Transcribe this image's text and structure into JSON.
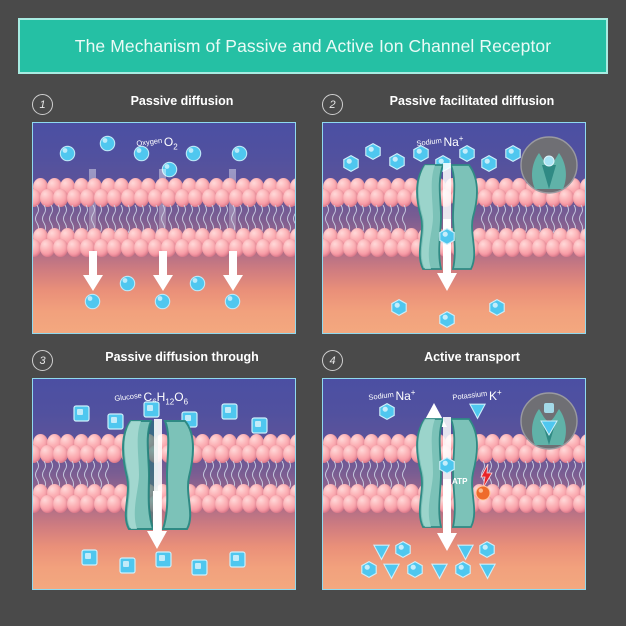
{
  "header": {
    "title": "The Mechanism of Passive and Active Ion Channel Receptor",
    "band_color": "#25c0a4",
    "border_color": "#a8ece2",
    "text_color": "#eafaf6"
  },
  "background": {
    "page_color": "#4a4a4a",
    "scene_border_color": "#8fd9ef",
    "scene_gradient_top": "#4b4fa3",
    "scene_gradient_bottom": "#f3a87f",
    "lipid_head_color": "#f593a0",
    "channel_color": "#6fb9ae",
    "channel_dark_color": "#2f8a84",
    "arrow_color": "#ffffff",
    "particle_blue": "#55c9ef",
    "inset_circle_color": "#6f6f74",
    "atp_bolt_color": "#e8252a",
    "atp_sphere_color": "#ef6b2a"
  },
  "panels": [
    {
      "number": "1",
      "title": "Passive diffusion",
      "molecule_name": "Oxygen",
      "molecule_formula": "O2",
      "particle_shape": "circle",
      "has_channel": false,
      "has_inset": false,
      "arrow_count": 3
    },
    {
      "number": "2",
      "title": "Passive facilitated diffusion",
      "molecule_name": "Sodium",
      "molecule_formula": "Na+",
      "particle_shape": "hexagon",
      "has_channel": true,
      "has_inset": true,
      "arrow_count": 1
    },
    {
      "number": "3",
      "title": "Passive diffusion through",
      "molecule_name": "Glucose",
      "molecule_formula": "C6H12O6",
      "particle_shape": "square",
      "has_channel": true,
      "has_inset": false,
      "arrow_count": 1
    },
    {
      "number": "4",
      "title": "Active transport",
      "molecule_name": "Sodium",
      "molecule_formula": "Na+",
      "molecule_name_2": "Potassium",
      "molecule_formula_2": "K+",
      "particle_shape": "hexagon",
      "particle_shape_2": "triangle",
      "has_channel": true,
      "has_inset": true,
      "energy_label": "ATP",
      "arrow_count": 1
    }
  ]
}
